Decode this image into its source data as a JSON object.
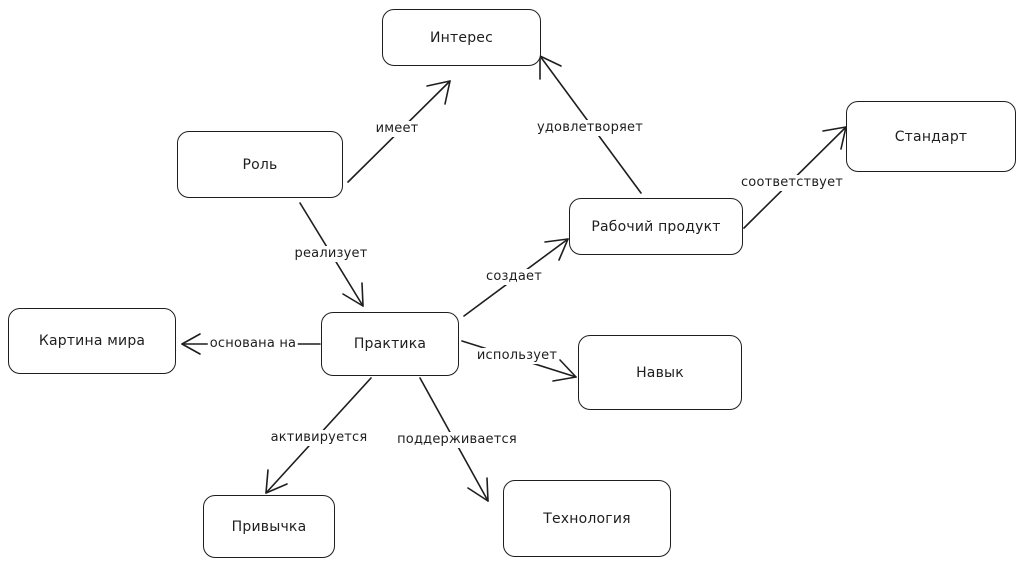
{
  "nodes": {
    "interes": "Интерес",
    "rol": "Роль",
    "standart": "Стандарт",
    "rabochiy_produkt": "Рабочий продукт",
    "kartina_mira": "Картина мира",
    "praktika": "Практика",
    "navyk": "Навык",
    "privychka": "Привычка",
    "tehnologiya": "Технология"
  },
  "edges": {
    "imeet": "имеет",
    "udovletvoryaet": "удовлетворяет",
    "sootvetstvuet": "соответствует",
    "realizuet": "реализует",
    "sozdaet": "создает",
    "osnovana_na": "основана на",
    "ispolzuet": "использует",
    "aktiviruetsya": "активируется",
    "podderzhivaetsya": "поддерживается"
  },
  "colors": {
    "stroke": "#1e1e1e",
    "background": "#ffffff"
  }
}
